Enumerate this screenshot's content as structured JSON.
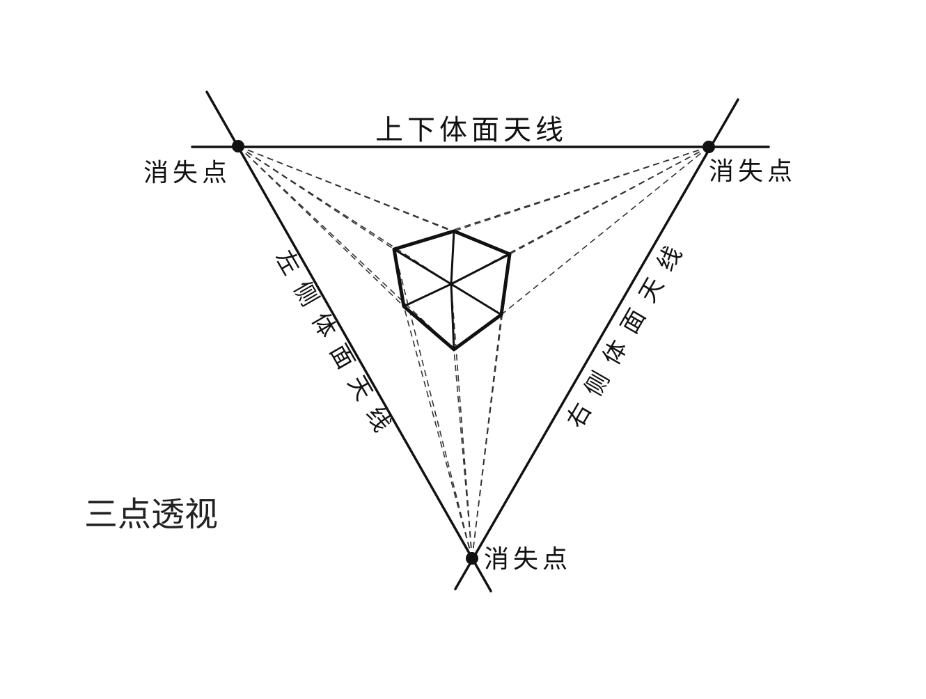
{
  "diagram": {
    "title": "三点透视",
    "horizon_label": "上下体面天线",
    "left_line_label": "左侧体面天线",
    "right_line_label": "右侧体面天线",
    "vanishing_points": {
      "top_left_label": "消失点",
      "top_right_label": "消失点",
      "bottom_label": "消失点"
    },
    "colors": {
      "ink": "#111111",
      "background": "#ffffff"
    }
  }
}
